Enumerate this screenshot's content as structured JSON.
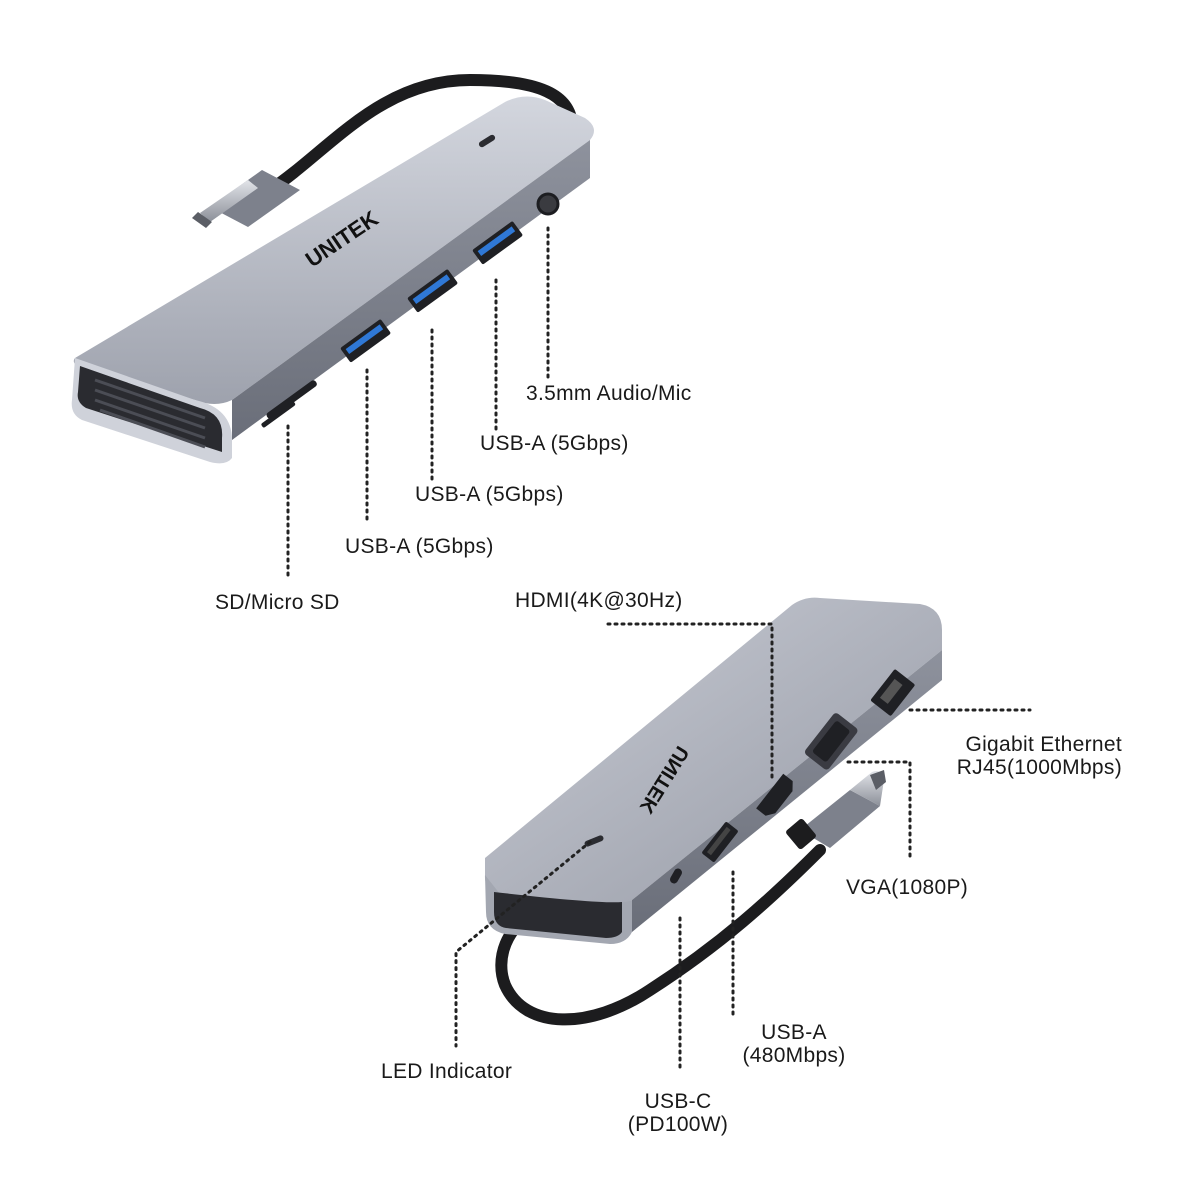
{
  "brand": "UNITEK",
  "colors": {
    "shell_light": "#c3c6cf",
    "shell_mid": "#9a9eaa",
    "shell_dark": "#6d717d",
    "port": "#1f2024",
    "usb_blue": "#2f78d6",
    "cable": "#1c1c1e"
  },
  "top_view": {
    "labels": {
      "audio": "3.5mm Audio/Mic",
      "usb_a_3": "USB-A (5Gbps)",
      "usb_a_2": "USB-A (5Gbps)",
      "usb_a_1": "USB-A (5Gbps)",
      "sd": "SD/Micro SD"
    }
  },
  "bottom_view": {
    "labels": {
      "hdmi": "HDMI(4K@30Hz)",
      "ethernet_line1": "Gigabit Ethernet",
      "ethernet_line2": "RJ45(1000Mbps)",
      "vga": "VGA(1080P)",
      "usb_a_line1": "USB-A",
      "usb_a_line2": "(480Mbps)",
      "led": "LED Indicator",
      "usb_c_line1": "USB-C",
      "usb_c_line2": "(PD100W)"
    }
  }
}
